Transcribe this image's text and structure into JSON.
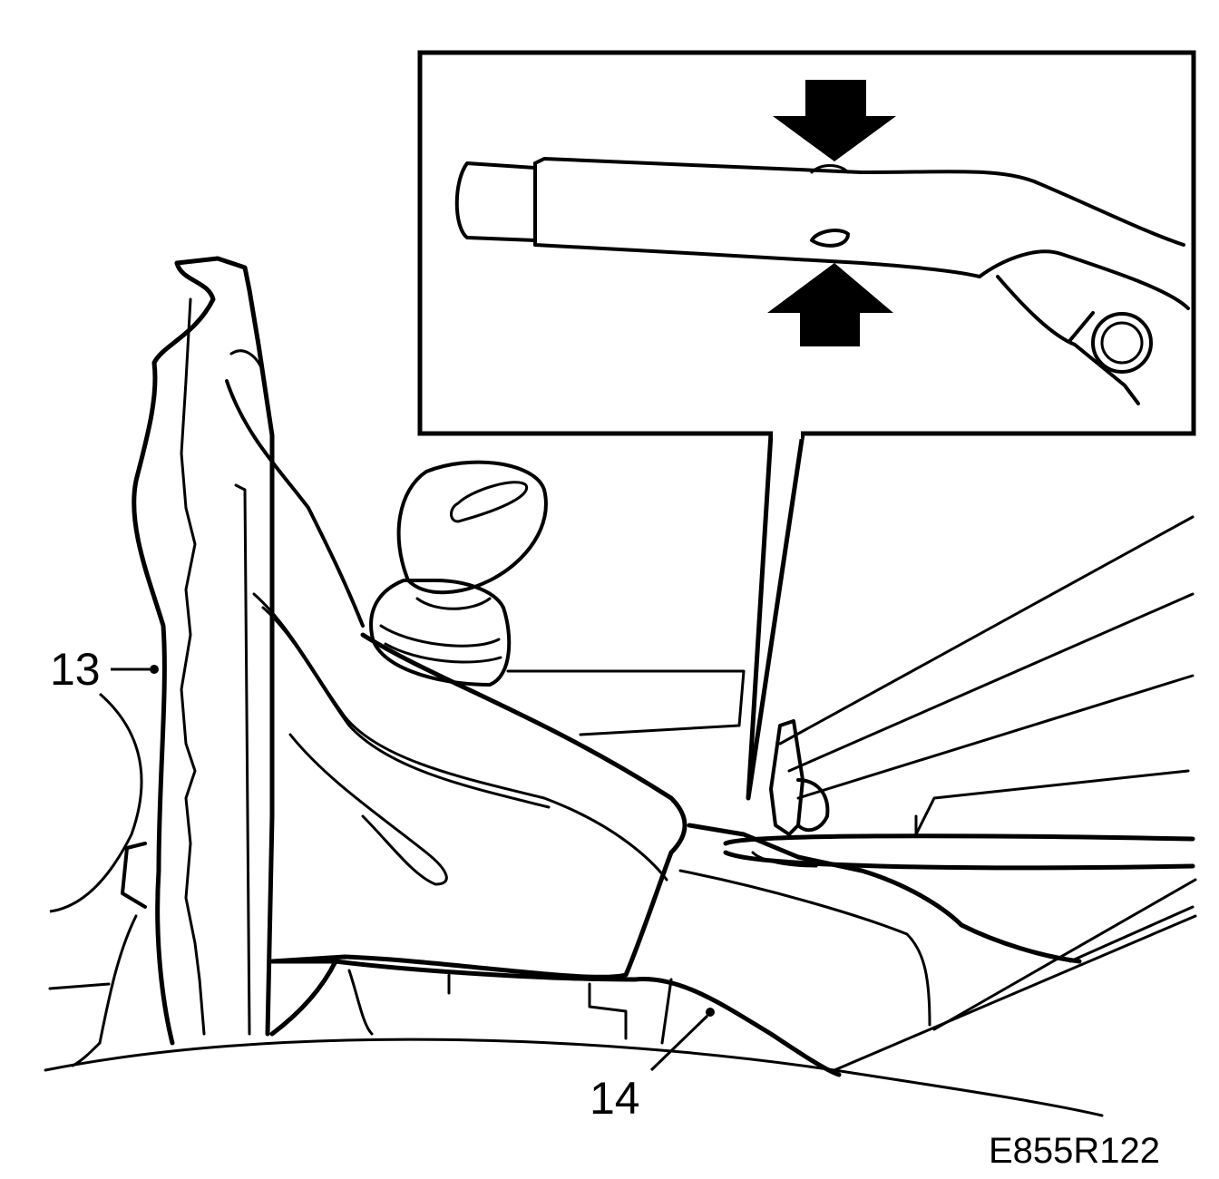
{
  "figure": {
    "callouts": [
      {
        "id": "13",
        "label": "13"
      },
      {
        "id": "14",
        "label": "14"
      }
    ],
    "figure_code": "E855R122",
    "inset": {
      "arrows": [
        "arrow-down",
        "arrow-up"
      ]
    }
  },
  "colors": {
    "line": "#000000",
    "background": "#ffffff"
  }
}
